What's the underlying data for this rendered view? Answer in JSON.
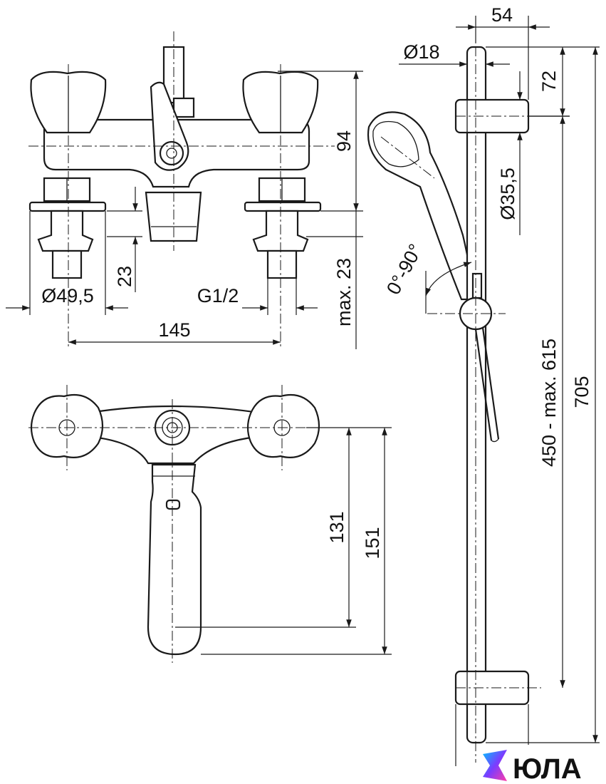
{
  "dimensions": {
    "d54": "54",
    "d18": "Ø18",
    "d72": "72",
    "d94": "94",
    "d35": "Ø35,5",
    "d23a": "23",
    "d23b": "max. 23",
    "d49": "Ø49,5",
    "dg12": "G1/2",
    "d145": "145",
    "dangle": "0°-90°",
    "d450": "450 - max. 615",
    "d705": "705",
    "d131": "131",
    "d151": "151"
  },
  "logo": {
    "text": "ЮЛА",
    "accent": "#7a3cff",
    "accent2": "#00c2ff"
  },
  "colors": {
    "line": "#1a1a1a",
    "background": "#ffffff"
  }
}
